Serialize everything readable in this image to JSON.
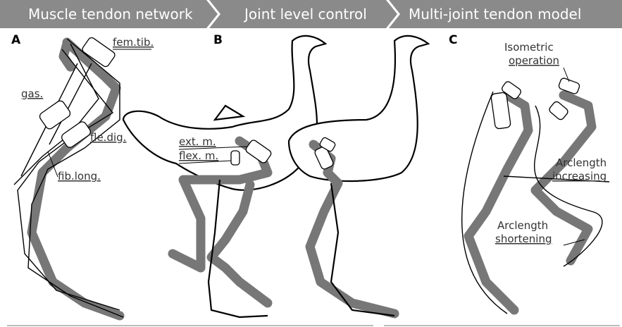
{
  "banner": {
    "stage1": "Muscle tendon network",
    "stage2": "Joint level control",
    "stage3": "Multi-joint tendon model"
  },
  "panels": {
    "a": {
      "letter": "A",
      "labels": {
        "fem_tib": "fem.tib.",
        "gas": "gas.",
        "fle_dig": "fle.dig.",
        "fib_long": "fib.long."
      }
    },
    "b": {
      "letter": "B",
      "labels": {
        "ext_m": "ext. m.",
        "flex_m": "flex. m."
      }
    },
    "c": {
      "letter": "C",
      "labels": {
        "isometric_1": "Isometric",
        "isometric_2": "operation",
        "increasing_1": "Arclength",
        "increasing_2": "increasing",
        "shortening_1": "Arclength",
        "shortening_2": "shortening"
      }
    }
  },
  "colors": {
    "banner": "#8a8a8a",
    "bone": "#777777",
    "tendon": "#000000"
  }
}
